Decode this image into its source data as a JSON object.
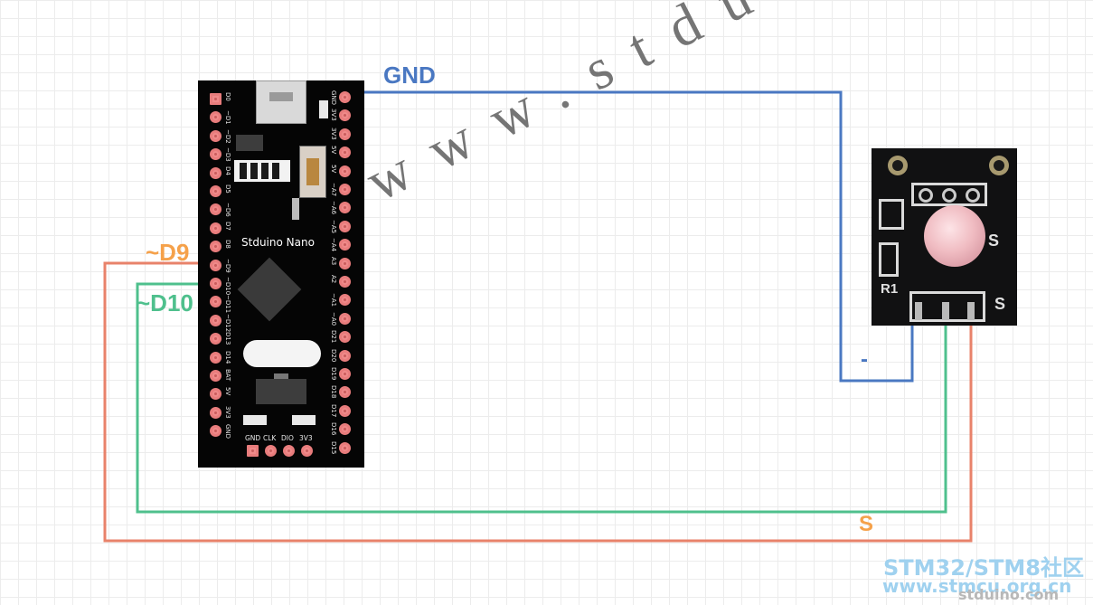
{
  "board": {
    "name": "Stduino Nano",
    "left_pins": [
      "D0",
      "~D1",
      "~D2",
      "~D3",
      "D4",
      "D5",
      "~D6",
      "D7",
      "D8",
      "~D9",
      "~D10",
      "~D11",
      "~D12",
      "D13",
      "D14",
      "BAT",
      "5V",
      "3V3",
      "GND"
    ],
    "right_pins": [
      "GND",
      "3V3",
      "3V3",
      "5V",
      "5V",
      "~A7",
      "~A6",
      "~A5",
      "~A4",
      "A3",
      "A2",
      "~A1",
      "~A0",
      "D21",
      "D20",
      "D19",
      "D18",
      "D17",
      "D16",
      "D15"
    ],
    "bottom_pins": [
      "GND",
      "CLK",
      "DIO",
      "3V3"
    ]
  },
  "module": {
    "silk_s_1": "S",
    "silk_r1": "R1",
    "silk_s_2": "S"
  },
  "wires": {
    "gnd": {
      "label": "GND",
      "color": "#4a78c2"
    },
    "d9": {
      "label": "~D9",
      "color": "#e8826a"
    },
    "d10": {
      "label": "~D10",
      "color": "#4fc08d"
    },
    "minus": {
      "label": "-",
      "color": "#4a78c2"
    },
    "s": {
      "label": "S",
      "color": "#f5a14a"
    }
  },
  "watermark": "www.stduino.com",
  "corner": {
    "line1": "STM32/STM8社区",
    "line2": "www.stmcu.org.cn",
    "line3": "stduino.com"
  }
}
